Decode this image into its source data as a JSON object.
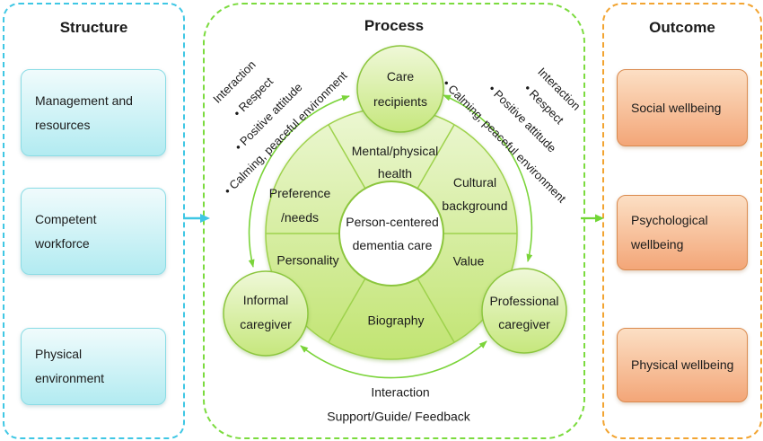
{
  "structure": {
    "title": "Structure",
    "items": [
      "Management and resources",
      "Competent workforce",
      "Physical environment"
    ]
  },
  "process": {
    "title": "Process",
    "center_label": "Person-centered dementia care",
    "segments": {
      "top": "Mental/physical health",
      "upper_right": "Cultural background",
      "lower_right": "Value",
      "bottom": "Biography",
      "lower_left": "Personality",
      "upper_left": "Preference /needs"
    },
    "actors": {
      "top": "Care recipients",
      "bottom_left": "Informal caregiver",
      "bottom_right": "Professional caregiver"
    },
    "side_labels": {
      "left": [
        "Interaction",
        "• Respect",
        "• Positive attitude",
        "• Calming, peaceful environment"
      ],
      "right": [
        "Interaction",
        "• Respect",
        "• Positive attitude",
        "• Calming, peaceful environment"
      ]
    },
    "bottom_labels": {
      "interaction": "Interaction",
      "support": "Support/Guide/ Feedback"
    }
  },
  "outcome": {
    "title": "Outcome",
    "items": [
      "Social wellbeing",
      "Psychological wellbeing",
      "Physical wellbeing"
    ]
  },
  "colors": {
    "structure_border": "#3fc7e4",
    "structure_box_top": "#f0fbfc",
    "structure_box_bottom": "#b2ebf1",
    "process_border": "#7bdb3e",
    "wheel_top": "#ecf7d3",
    "wheel_bottom": "#c1e471",
    "wheel_stroke": "#9ed24c",
    "circle_stroke": "#8cc63e",
    "arrow_green": "#7bd43a",
    "arrow_cyan": "#3fc7e4",
    "outcome_border": "#f2a431",
    "outcome_box_top": "#fcdfc4",
    "outcome_box_bottom": "#f3a678",
    "text": "#1b1b1b"
  }
}
